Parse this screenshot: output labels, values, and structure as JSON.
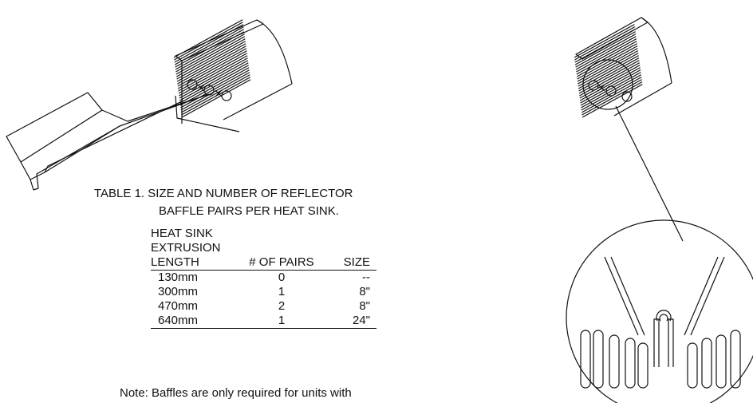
{
  "caption_line1": "TABLE 1.  SIZE AND NUMBER OF REFLECTOR",
  "caption_line2": "BAFFLE PAIRS PER HEAT SINK.",
  "table": {
    "headers": {
      "col1_line1": "HEAT SINK",
      "col1_line2": "EXTRUSION",
      "col1_line3": "LENGTH",
      "col2": "# OF PAIRS",
      "col3": "SIZE"
    },
    "rows": [
      {
        "length": "130mm",
        "pairs": "0",
        "size": "--"
      },
      {
        "length": "300mm",
        "pairs": "1",
        "size": "8\""
      },
      {
        "length": "470mm",
        "pairs": "2",
        "size": "8\""
      },
      {
        "length": "640mm",
        "pairs": "1",
        "size": "24\""
      }
    ]
  },
  "note": "Note:  Baffles are only required for units with"
}
